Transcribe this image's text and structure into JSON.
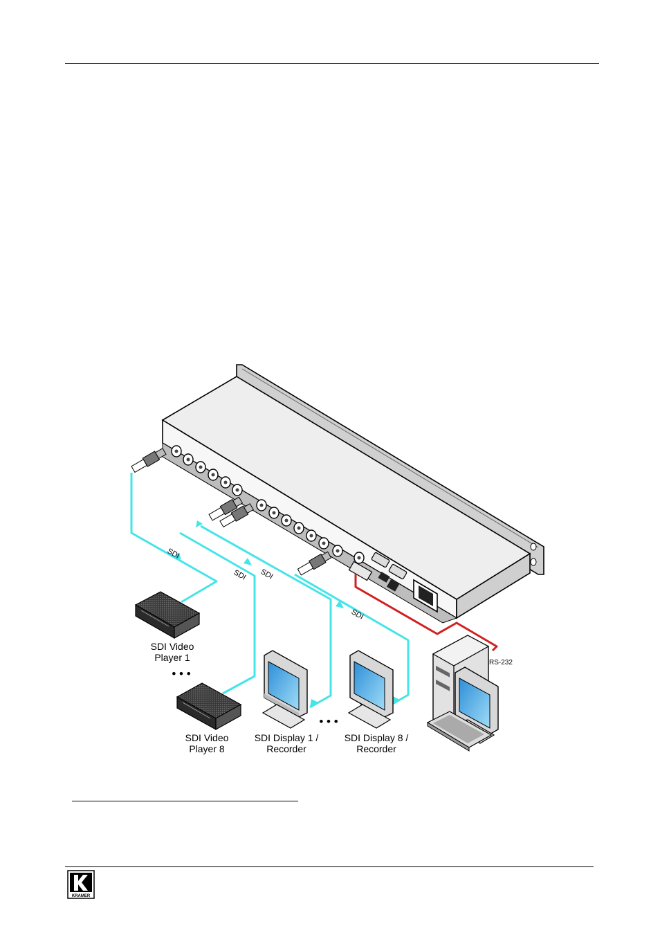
{
  "labels": {
    "sdi_1": "SDI",
    "sdi_2": "SDI",
    "sdi_3": "SDI",
    "sdi_4": "SDI",
    "rs232": "RS-232",
    "player1_line1": "SDI Video",
    "player1_line2": "Player 1",
    "player8_line1": "SDI Video",
    "player8_line2": "Player 8",
    "display1_line1": "SDI Display 1 /",
    "display1_line2": "Recorder",
    "display8_line1": "SDI Display 8 /",
    "display8_line2": "Recorder",
    "ellipsis": "• • •"
  },
  "logo": {
    "text": "KRAMER"
  },
  "colors": {
    "sdi_cable": "#44e4e8",
    "rs232_cable": "#d21f1f",
    "screen": "#4fb4ea"
  }
}
